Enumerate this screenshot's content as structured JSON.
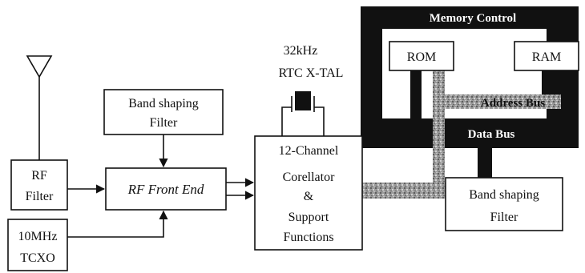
{
  "memory_control_label": "Memory Control",
  "rom_label": "ROM",
  "ram_label": "RAM",
  "address_bus_label": "Address Bus",
  "data_bus_label": "Data Bus",
  "crystal": {
    "line1": "32kHz",
    "line2": "RTC X-TAL"
  },
  "band_filter_top": {
    "line1": "Band shaping",
    "line2": "Filter"
  },
  "rf_filter": {
    "line1": "RF",
    "line2": "Filter"
  },
  "rf_front_end": "RF Front End",
  "tcxo": {
    "line1": "10MHz",
    "line2": "TCXO"
  },
  "correlator": {
    "line1": "12-Channel",
    "line2": "Corellator",
    "line3": "&",
    "line4": "Support",
    "line5": "Functions"
  },
  "band_filter_right": {
    "line1": "Band shaping",
    "line2": "Filter"
  },
  "colors": {
    "bus_black": "#111111",
    "bus_gray": "#8e8e8e",
    "line": "#111111"
  }
}
